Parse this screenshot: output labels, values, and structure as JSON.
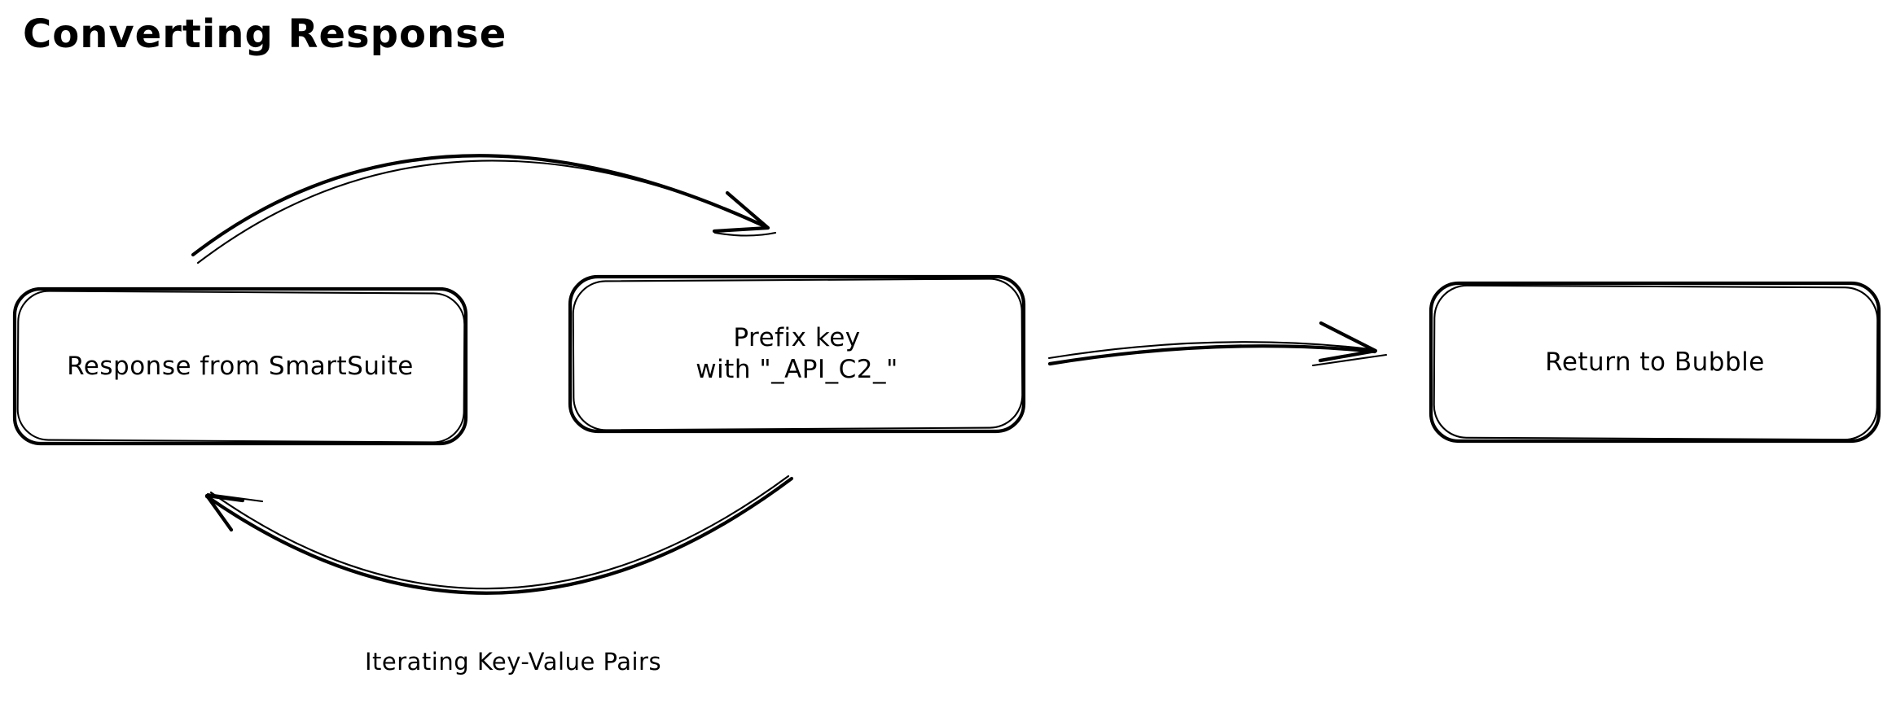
{
  "title": "Converting Response",
  "colors": {
    "ink": "#000000",
    "background": "#ffffff"
  },
  "diagram": {
    "nodes": {
      "smartsuite": {
        "label": "Response from SmartSuite"
      },
      "prefix": {
        "label": "Prefix key\nwith \"_API_C2_\""
      },
      "bubble": {
        "label": "Return to Bubble"
      }
    },
    "caption": "Iterating Key-Value Pairs"
  }
}
